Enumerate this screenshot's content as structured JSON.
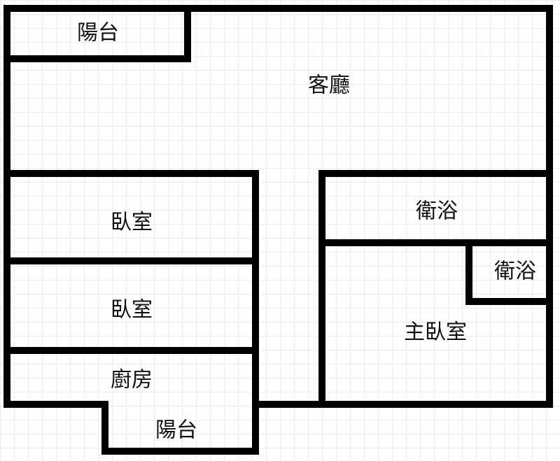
{
  "colors": {
    "background": "#ffffff",
    "grid": "#d9d9d9",
    "wall": "#000000",
    "text": "#111111"
  },
  "rooms": {
    "balcony_top": "陽台",
    "living_room": "客廳",
    "bedroom_1": "臥室",
    "bedroom_2": "臥室",
    "kitchen": "廚房",
    "balcony_bottom": "陽台",
    "bathroom_1": "衛浴",
    "bathroom_2": "衛浴",
    "master_bedroom": "主臥室"
  }
}
